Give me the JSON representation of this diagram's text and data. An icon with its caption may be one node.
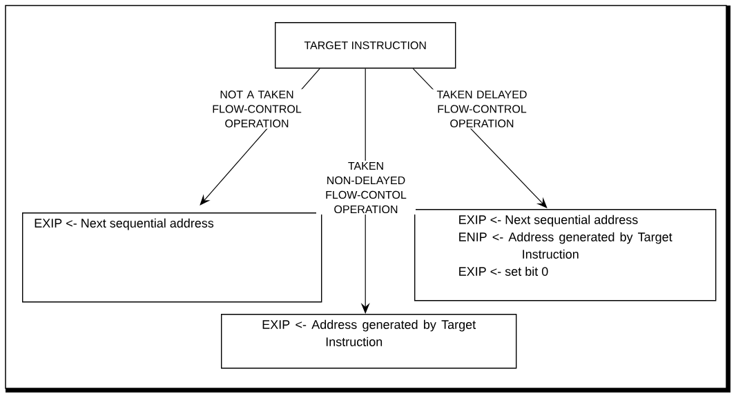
{
  "diagram": {
    "nodes": [
      {
        "text": [
          "TARGET INSTRUCTION"
        ]
      },
      {
        "text": [
          "EXIP <- Next sequential address"
        ]
      },
      {
        "text": [
          "EXIP <- Next sequential address",
          "ENIP <- Address generated by Target Instruction",
          "EXIP <- set bit 0"
        ]
      },
      {
        "text": [
          "EXIP <- Address generated by Target Instruction"
        ]
      }
    ],
    "edges": [
      {
        "from": 0,
        "to": 1,
        "arrow": "to",
        "label": "NOT A TAKEN FLOW-CONTROL OPERATION"
      },
      {
        "from": 0,
        "to": 3,
        "arrow": "to",
        "label": "TAKEN NON-DELAYED FLOW-CONTOL OPERATION"
      },
      {
        "from": 0,
        "to": 2,
        "arrow": "to",
        "label": "TAKEN DELAYED FLOW-CONTROL OPERATION"
      }
    ]
  }
}
